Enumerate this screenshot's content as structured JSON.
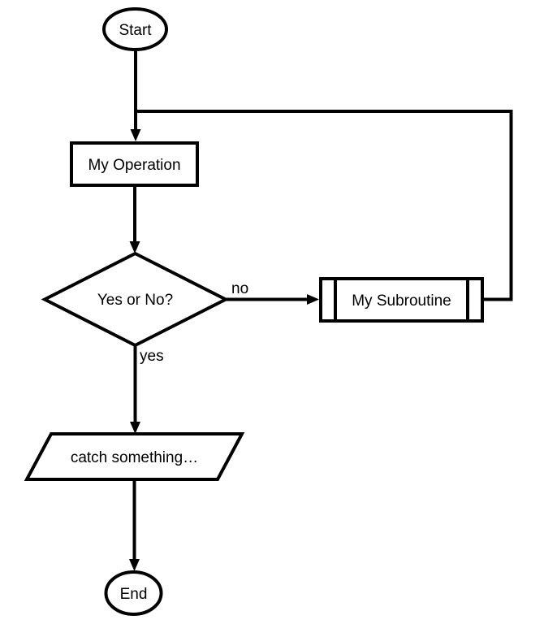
{
  "diagram": {
    "type": "flowchart",
    "background_color": "#ffffff",
    "line_color": "#000000",
    "text_color": "#000000",
    "shape_fill_color": "#ffffff",
    "nodes": {
      "start": {
        "label": "Start",
        "shape": "terminator"
      },
      "operation": {
        "label": "My Operation",
        "shape": "process"
      },
      "decision": {
        "label": "Yes or No?",
        "shape": "decision"
      },
      "subroutine": {
        "label": "My Subroutine",
        "shape": "predefined-process"
      },
      "catch": {
        "label": "catch something…",
        "shape": "parallelogram-io"
      },
      "end": {
        "label": "End",
        "shape": "terminator"
      }
    },
    "edges": {
      "no_label": "no",
      "yes_label": "yes"
    }
  }
}
